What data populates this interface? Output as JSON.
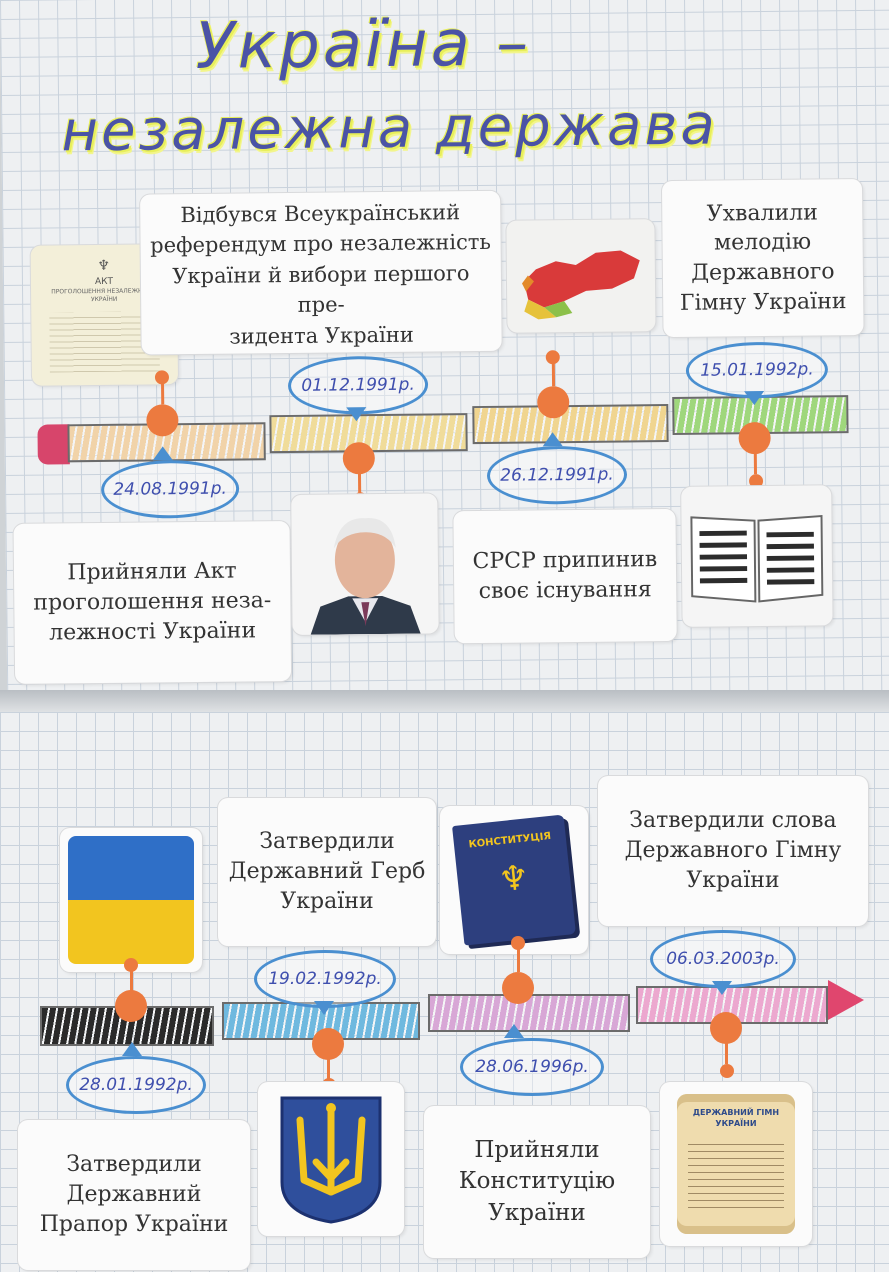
{
  "title": {
    "line1": "Україна –",
    "line2": "незалежна держава"
  },
  "top": {
    "dates": [
      "24.08.1991р.",
      "01.12.1991р.",
      "26.12.1991р.",
      "15.01.1992р."
    ],
    "events": [
      [
        "Прийняли Акт",
        "проголошення неза-",
        "лежності України"
      ],
      [
        "Відбувся Всеукраїнський",
        "референдум про незалежність",
        "України й вибори першого пре-",
        "зидента України"
      ],
      [
        "СРСР припинив",
        "своє існування"
      ],
      [
        "Ухвалили",
        "мелодію",
        "Державного",
        "Гімну України"
      ]
    ],
    "segment_colors": [
      "#f1d3a9",
      "#f0dc9a",
      "#f0d590",
      "#9fd77c"
    ]
  },
  "bottom": {
    "dates": [
      "28.01.1992р.",
      "19.02.1992р.",
      "28.06.1996р.",
      "06.03.2003р."
    ],
    "events": [
      [
        "Затвердили",
        "Державний",
        "Прапор України"
      ],
      [
        "Затвердили",
        "Державний Герб",
        "України"
      ],
      [
        "Прийняли",
        "Конституцію",
        "України"
      ],
      [
        "Затвердили слова",
        "Державного Гімну",
        "України"
      ]
    ],
    "segment_colors": [
      "#2a2a2a",
      "#6fb9df",
      "#d8a7d6",
      "#eca8cf"
    ]
  },
  "images": {
    "act_title": "АКТ",
    "act_subtitle": "ПРОГОЛОШЕННЯ НЕЗАЛЕЖНОСТІ УКРАЇНИ",
    "constitution_label": "КОНСТИТУЦІЯ",
    "anthem_scroll_label": "ДЕРЖАВНИЙ ГІМН УКРАЇНИ"
  },
  "colors": {
    "accent": "#ec7a3f",
    "bubble": "#4a8fd0",
    "title": "#4a53a6",
    "highlight": "#e8ef5a",
    "flag_blue": "#2f6fc7",
    "flag_yellow": "#f2c51f"
  }
}
